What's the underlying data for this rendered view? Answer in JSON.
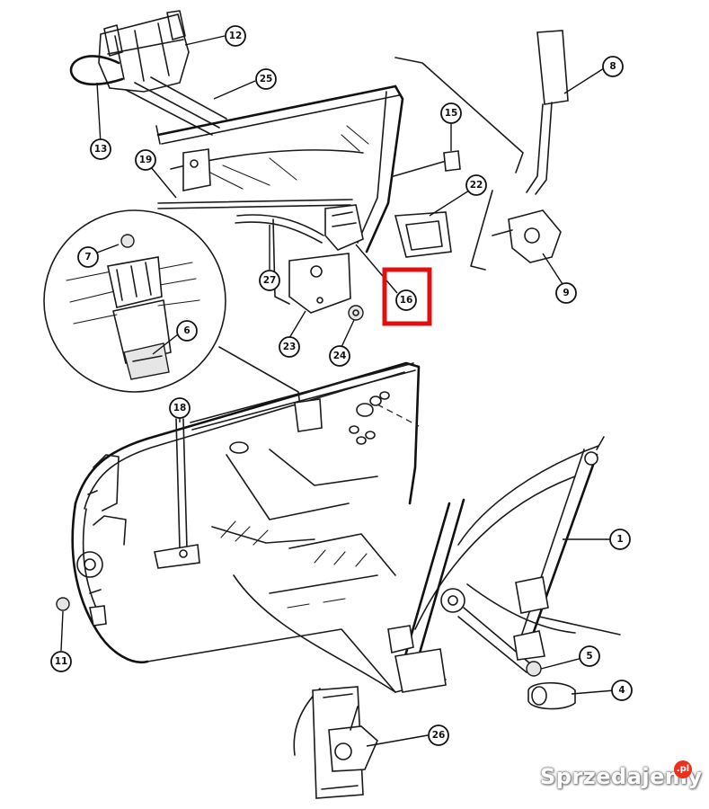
{
  "diagram": {
    "callouts": {
      "c1": "1",
      "c4": "4",
      "c5": "5",
      "c6": "6",
      "c7": "7",
      "c8": "8",
      "c9": "9",
      "c11": "11",
      "c12": "12",
      "c13": "13",
      "c15": "15",
      "c16": "16",
      "c18": "18",
      "c19": "19",
      "c22": "22",
      "c23": "23",
      "c24": "24",
      "c25": "25",
      "c26": "26",
      "c27": "27"
    },
    "highlighted_callout": "16",
    "highlight_color": "#e01010"
  },
  "watermark": {
    "text": "Sprzedajemy",
    "badge": ".pl",
    "badge_color": "#e8321e"
  }
}
